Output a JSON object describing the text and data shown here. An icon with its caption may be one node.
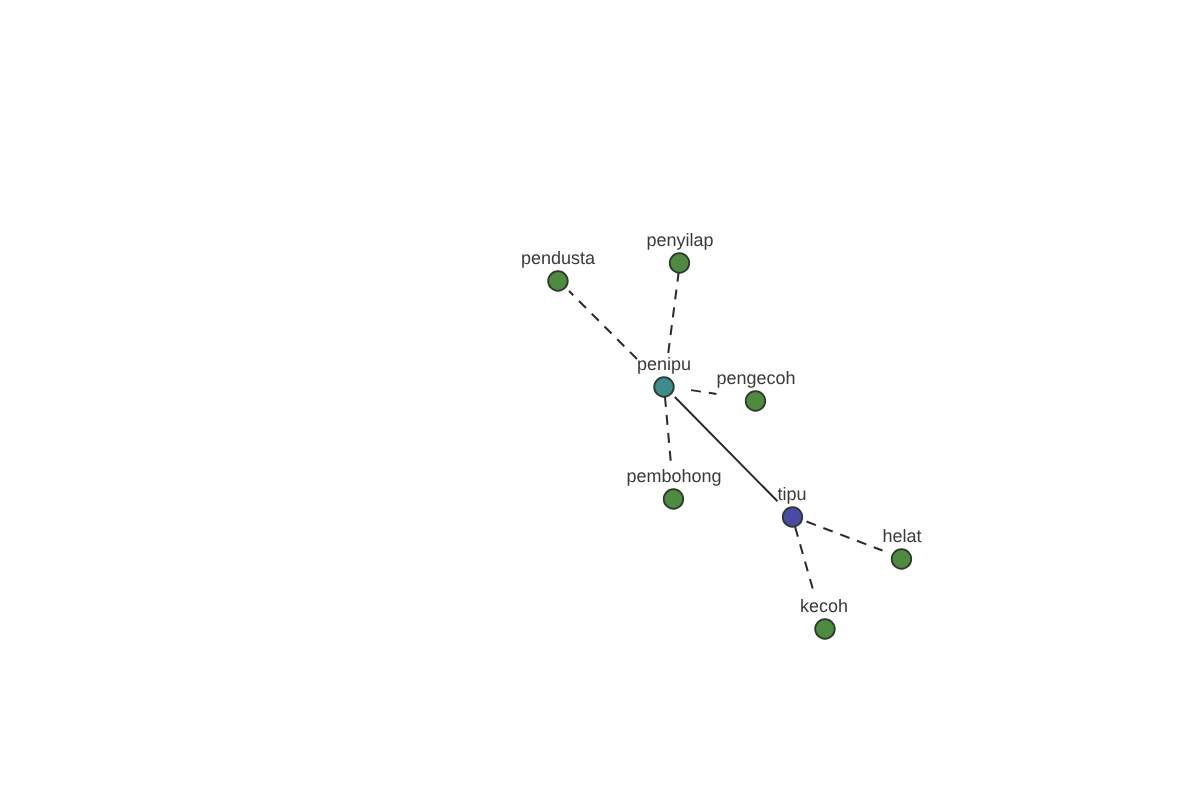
{
  "diagram": {
    "nodes": [
      {
        "text": [
          "penyilap"
        ]
      },
      {
        "text": [
          "pendusta"
        ]
      },
      {
        "text": [
          "penipu"
        ]
      },
      {
        "text": [
          "pengecoh"
        ]
      },
      {
        "text": [
          "pembohong"
        ]
      },
      {
        "text": [
          "tipu"
        ]
      },
      {
        "text": [
          "helat"
        ]
      },
      {
        "text": [
          "kecoh"
        ]
      }
    ],
    "edges": [
      {
        "from": 2,
        "to": 1,
        "arrow": "none",
        "style": "dashed"
      },
      {
        "from": 2,
        "to": 0,
        "arrow": "none",
        "style": "dashed"
      },
      {
        "from": 2,
        "to": 3,
        "arrow": "none",
        "style": "dashed"
      },
      {
        "from": 2,
        "to": 4,
        "arrow": "none",
        "style": "dashed"
      },
      {
        "from": 2,
        "to": 5,
        "arrow": "none"
      },
      {
        "from": 5,
        "to": 6,
        "arrow": "none",
        "style": "dashed"
      },
      {
        "from": 5,
        "to": 7,
        "arrow": "none",
        "style": "dashed"
      }
    ]
  }
}
